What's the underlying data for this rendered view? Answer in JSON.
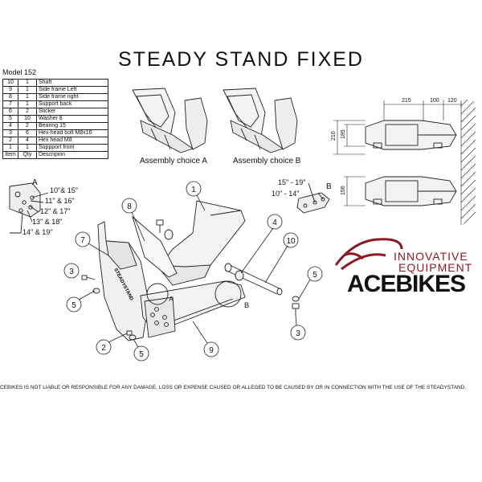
{
  "title": "STEADY STAND FIXED",
  "model": "Model 152",
  "parts_table": {
    "rows": [
      {
        "item": "10",
        "qty": "1",
        "description": "Shaft"
      },
      {
        "item": "9",
        "qty": "1",
        "description": "Side frame Left"
      },
      {
        "item": "8",
        "qty": "1",
        "description": "Side frame right"
      },
      {
        "item": "7",
        "qty": "1",
        "description": "Support back"
      },
      {
        "item": "6",
        "qty": "2",
        "description": "Sticker"
      },
      {
        "item": "5",
        "qty": "10",
        "description": "Washer 8"
      },
      {
        "item": "4",
        "qty": "2",
        "description": "Bearing 15"
      },
      {
        "item": "3",
        "qty": "6",
        "description": "Hex-head bolt M8x16"
      },
      {
        "item": "2",
        "qty": "4",
        "description": "Hex head M8"
      },
      {
        "item": "1",
        "qty": "1",
        "description": "Suppport front"
      }
    ],
    "headers": {
      "item": "Item",
      "qty": "Qty",
      "description": "Descripion"
    }
  },
  "assembly": {
    "a": "Assembly choice A",
    "b": "Assembly choice B"
  },
  "dimensions": {
    "d215": "215",
    "d100": "100",
    "d120": "120",
    "d210": "210",
    "d185": "185",
    "d156": "156"
  },
  "detail_a": {
    "letter": "A",
    "sizes": [
      "10\"& 15\"",
      "11\" & 16\"",
      "12\" & 17\"",
      "13\" & 18\"",
      "14\" & 19\""
    ]
  },
  "detail_b": {
    "letter": "B",
    "sizes": [
      "15\" - 19\"",
      "10\" - 14\""
    ]
  },
  "callouts": [
    "1",
    "8",
    "4",
    "7",
    "10",
    "3",
    "5",
    "2",
    "5",
    "9",
    "5",
    "3",
    "A",
    "B"
  ],
  "logo": {
    "line1": "INNOVATIVE",
    "line2": "EQUIPMENT",
    "brand": "ACEBIKES",
    "brand_color": "#8b1a24"
  },
  "sticker_text": "STEADYSTAND",
  "disclaimer": "CEBIKES IS NOT LIABLE OR RESPONSIBLE FOR ANY DAMAGE, LOSS OR EXPENSE CAUSED OR ALLEGED TO BE CAUSED BY OR IN CONNECTION WITH THE USE OF THE STEADYSTAND."
}
